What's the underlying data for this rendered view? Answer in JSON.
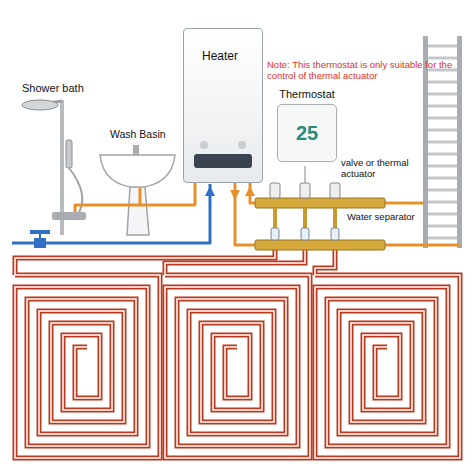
{
  "diagram": {
    "nodes": [
      {
        "text": [
          "Heater"
        ]
      },
      {
        "text": [
          "Thermostat",
          "25"
        ]
      }
    ],
    "labels": [
      "Shower bath",
      "Wash Basin",
      "Note: This thermostat is only suitable for the control of thermal actuator",
      "valve or thermal actuator",
      "Water separator"
    ]
  }
}
